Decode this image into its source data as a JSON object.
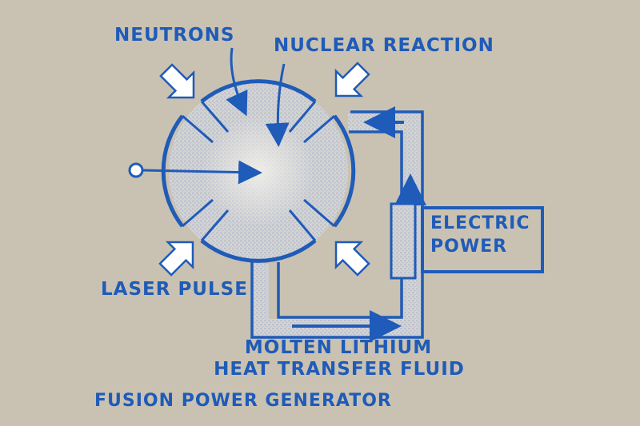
{
  "labels": {
    "neutrons": "NEUTRONS",
    "nuclear_reaction": "NUCLEAR REACTION",
    "electric": "ELECTRIC",
    "power": "POWER",
    "laser_pulse": "LASER PULSE",
    "molten_lithium": "MOLTEN LITHIUM",
    "heat_transfer_fluid": "HEAT TRANSFER FLUID",
    "caption": "FUSION POWER GENERATOR"
  },
  "colors": {
    "ink": "#1f5bb8",
    "background": "#c9c2b2",
    "stipple": "#d8d8dc",
    "arrow_fill": "#ffffff"
  }
}
